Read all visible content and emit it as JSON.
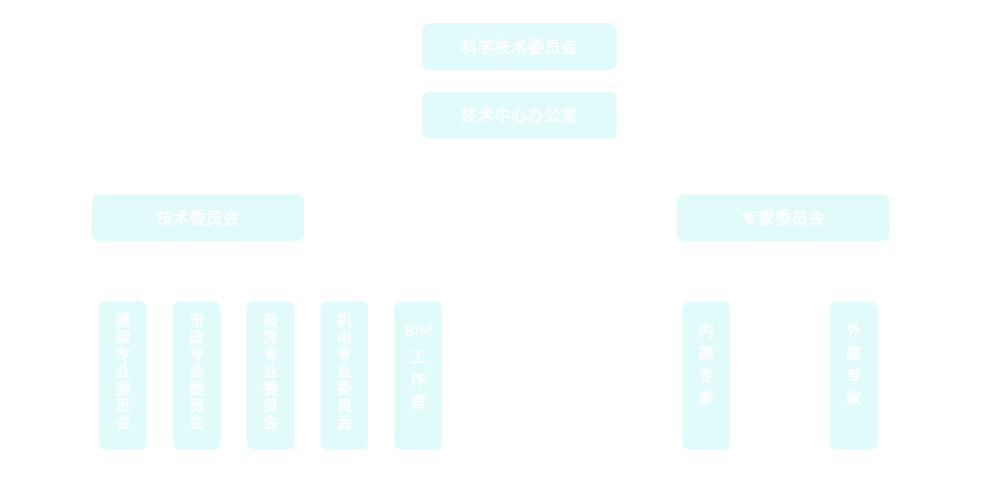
{
  "diagram": {
    "title": "组织架构",
    "colors": {
      "node_bg": "#e1fbfb",
      "node_text": "#ffffff",
      "background": "#ffffff"
    },
    "root": {
      "label": "科学技术委员会"
    },
    "office": {
      "label": "技术中心办公室"
    },
    "branches": [
      {
        "label": "技术委员会",
        "children": [
          {
            "label": "模架专业委员会"
          },
          {
            "label": "市政专业委员会"
          },
          {
            "label": "装饰专业委员会"
          },
          {
            "label": "机电专业委员会"
          },
          {
            "label": "BIM工作室",
            "latin_prefix": "BIM",
            "rest": "工作室"
          }
        ]
      },
      {
        "label": "专家委员会",
        "children": [
          {
            "label": "内部专家"
          },
          {
            "label": "外部专家"
          }
        ]
      }
    ]
  }
}
